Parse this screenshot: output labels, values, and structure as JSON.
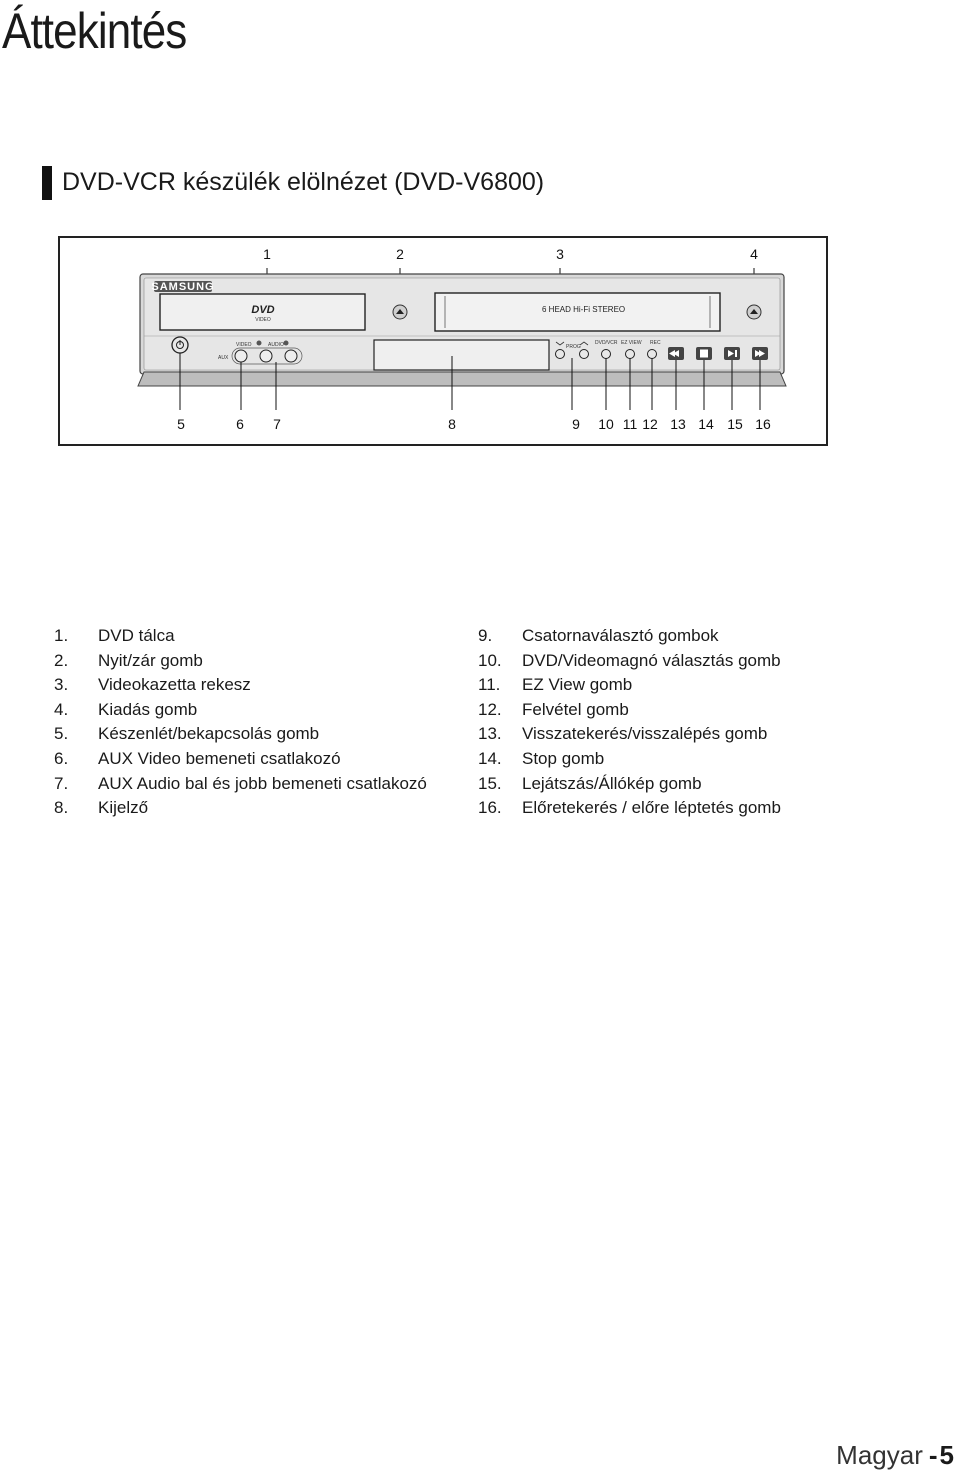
{
  "page": {
    "title": "Áttekintés",
    "section_title": "DVD-VCR készülék elölnézet (DVD-V6800)"
  },
  "device": {
    "brand": "SAMSUNG",
    "dvd_logo": "DVD",
    "dvd_logo_sub": "VIDEO",
    "vcr_label": "6 HEAD Hi-Fi STEREO",
    "aux_label": "AUX",
    "video_label": "VIDEO",
    "audio_label": "AUDIO",
    "prog_label": "PROG",
    "dvdvcr_label": "DVD/VCR",
    "ezview_label": "EZ VIEW",
    "rec_label": "REC"
  },
  "callouts_top": [
    "1",
    "2",
    "3",
    "4"
  ],
  "callouts_bottom": [
    "5",
    "6",
    "7",
    "8",
    "9",
    "10",
    "11",
    "12",
    "13",
    "14",
    "15",
    "16"
  ],
  "legend_left": [
    {
      "num": "1.",
      "text": "DVD tálca"
    },
    {
      "num": "2.",
      "text": "Nyit/zár gomb"
    },
    {
      "num": "3.",
      "text": "Videokazetta rekesz"
    },
    {
      "num": "4.",
      "text": "Kiadás gomb"
    },
    {
      "num": "5.",
      "text": "Készenlét/bekapcsolás gomb"
    },
    {
      "num": "6.",
      "text": "AUX Video bemeneti csatlakozó"
    },
    {
      "num": "7.",
      "text": "AUX Audio bal és jobb bemeneti csatlakozó"
    },
    {
      "num": "8.",
      "text": "Kijelző"
    }
  ],
  "legend_right": [
    {
      "num": "9.",
      "text": "Csatornaválasztó gombok"
    },
    {
      "num": "10.",
      "text": "DVD/Videomagnó választás gomb"
    },
    {
      "num": "11.",
      "text": "EZ View gomb"
    },
    {
      "num": "12.",
      "text": "Felvétel gomb"
    },
    {
      "num": "13.",
      "text": "Visszatekerés/visszalépés gomb"
    },
    {
      "num": "14.",
      "text": "Stop gomb"
    },
    {
      "num": "15.",
      "text": "Lejátszás/Állókép gomb"
    },
    {
      "num": "16.",
      "text": "Előretekerés / előre léptetés gomb"
    }
  ],
  "footer": {
    "language": "Magyar",
    "separator": "-",
    "page_number": "5"
  }
}
